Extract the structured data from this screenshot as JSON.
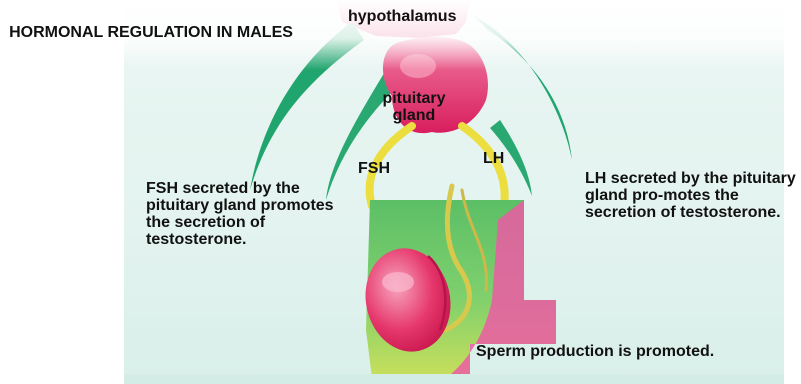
{
  "title": "HORMONAL REGULATION IN MALES",
  "labels": {
    "hypothalamus": "hypothalamus",
    "pituitary": "pituitary gland",
    "fsh": "FSH",
    "lh": "LH"
  },
  "notes": {
    "fsh_note": "FSH secreted by the pituitary gland promotes the secretion of testosterone.",
    "lh_note": "LH secreted by the pituitary gland pro-motes the secretion of testosterone.",
    "sperm_note": "Sperm production is promoted."
  },
  "colors": {
    "panel": "#e3f3ef",
    "leaf_green": "#23a36e",
    "gland_pink": "#e0286a",
    "testis_red": "#e2305f",
    "duct_yellow": "#efe44a",
    "scrotum_green": "#6cc26a",
    "scrotum_pink": "#ec5aa5"
  }
}
